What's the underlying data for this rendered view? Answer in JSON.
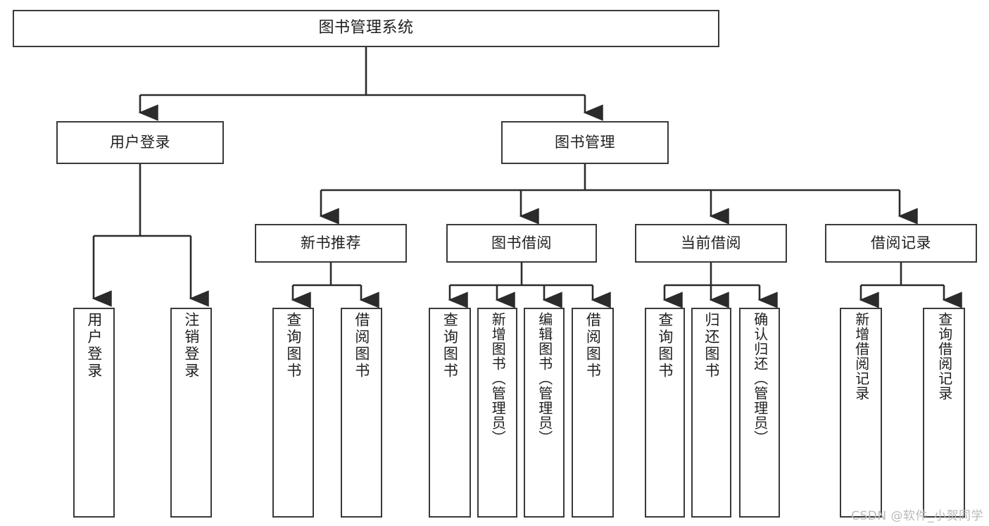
{
  "diagram": {
    "title": "图书管理系统",
    "type": "tree-diagram",
    "watermark": "CSDN @软件_小贺同学",
    "colors": {
      "box_border": "#3a3a3a",
      "box_fill": "#ffffff",
      "edge": "#2b2b2b",
      "text": "#1f1f1f",
      "watermark": "#b9b9b9",
      "background": "#ffffff"
    }
  },
  "nodes": {
    "root": {
      "label": "图书管理系统"
    },
    "level2": [
      {
        "label": "用户登录"
      },
      {
        "label": "图书管理"
      }
    ],
    "level3": [
      {
        "label": "新书推荐"
      },
      {
        "label": "图书借阅"
      },
      {
        "label": "当前借阅"
      },
      {
        "label": "借阅记录"
      }
    ],
    "leaves_user_login": [
      {
        "label": "用户登录"
      },
      {
        "label": "注销登录"
      }
    ],
    "leaves_new_book": [
      {
        "label": "查询图书"
      },
      {
        "label": "借阅图书"
      }
    ],
    "leaves_borrow": [
      {
        "label": "查询图书"
      },
      {
        "label": "新增图书（管理员）"
      },
      {
        "label": "编辑图书（管理员）"
      },
      {
        "label": "借阅图书"
      }
    ],
    "leaves_current": [
      {
        "label": "查询图书"
      },
      {
        "label": "归还图书"
      },
      {
        "label": "确认归还（管理员）"
      }
    ],
    "leaves_records": [
      {
        "label": "新增借阅记录"
      },
      {
        "label": "查询借阅记录"
      }
    ]
  }
}
